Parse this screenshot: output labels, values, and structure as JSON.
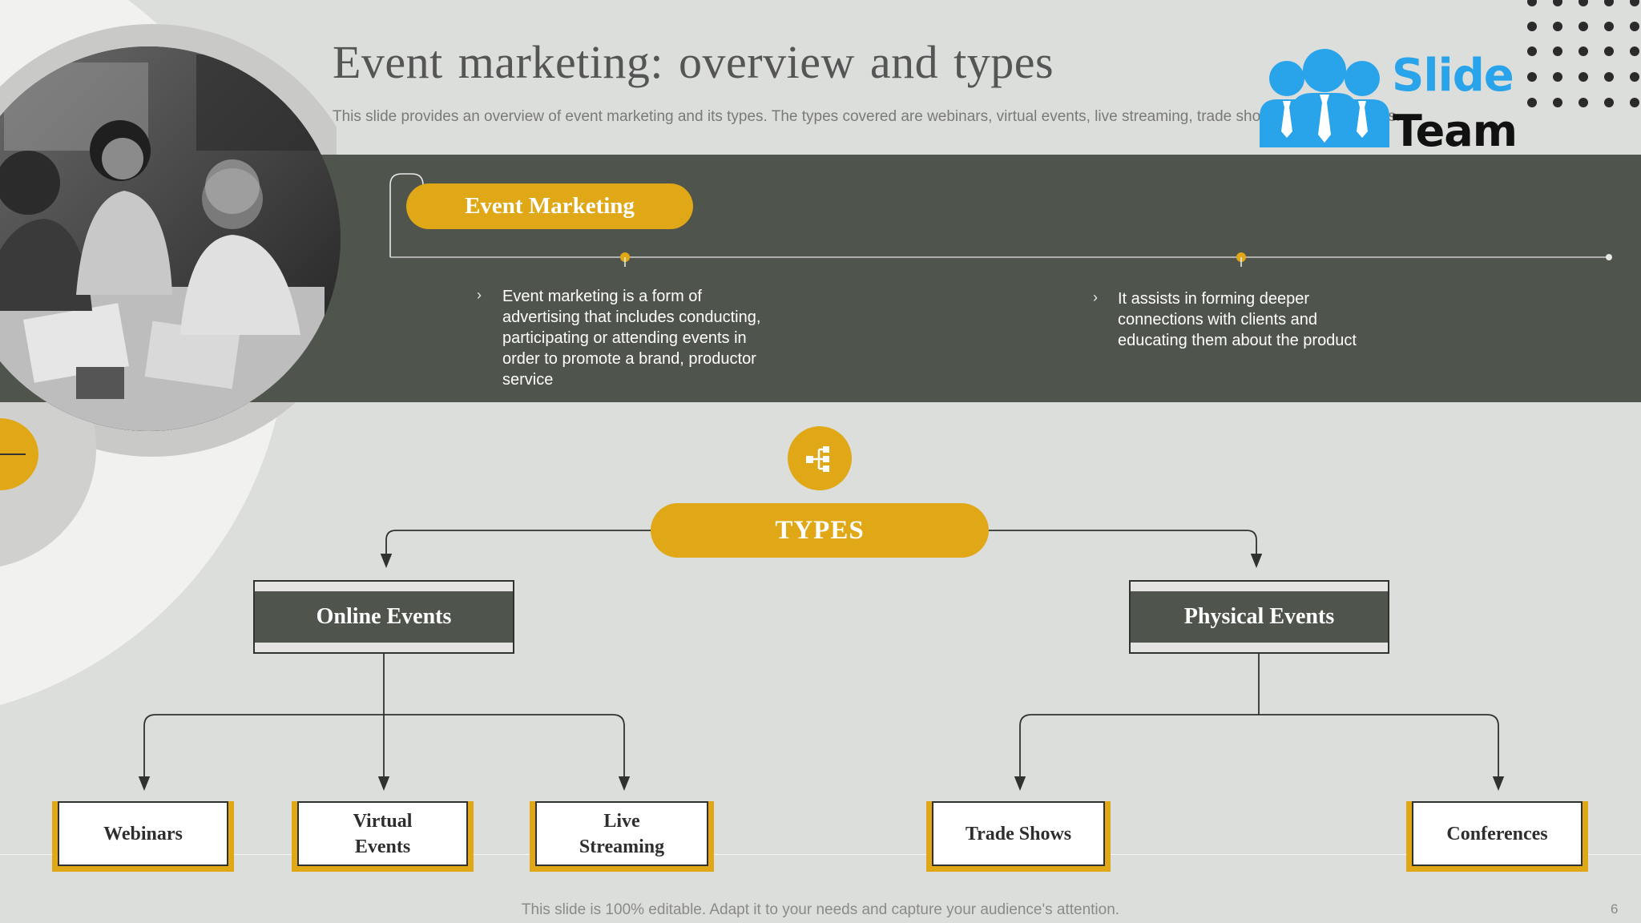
{
  "slide": {
    "title": "Event marketing: overview and types",
    "subtitle": "This slide provides an overview of event marketing and its types. The types covered are webinars, virtual events, live streaming, trade shows and conferences.",
    "page_number": "6",
    "footer": "This slide is 100% editable. Adapt it to your needs and capture your audience's attention."
  },
  "logo": {
    "line1": "Slide",
    "line2": "Team"
  },
  "overview": {
    "heading": "Event Marketing",
    "points": [
      "Event marketing is a form of advertising that includes conducting, participating or attending events in order to promote a brand, productor service",
      "It assists in forming deeper connections with clients and educating them about the product"
    ]
  },
  "types": {
    "label": "TYPES",
    "categories": [
      {
        "name": "Online Events",
        "items": [
          "Webinars",
          "Virtual Events",
          "Live Streaming"
        ]
      },
      {
        "name": "Physical Events",
        "items": [
          "Trade Shows",
          "Conferences"
        ]
      }
    ]
  },
  "icons": {
    "bullet": "chevron-right-icon",
    "types": "hierarchy-icon",
    "logo": "team-people-icon"
  },
  "colors": {
    "accent": "#e0a817",
    "band": "#4f554c",
    "background": "#dcdedb",
    "logo_blue": "#29a3ea"
  }
}
